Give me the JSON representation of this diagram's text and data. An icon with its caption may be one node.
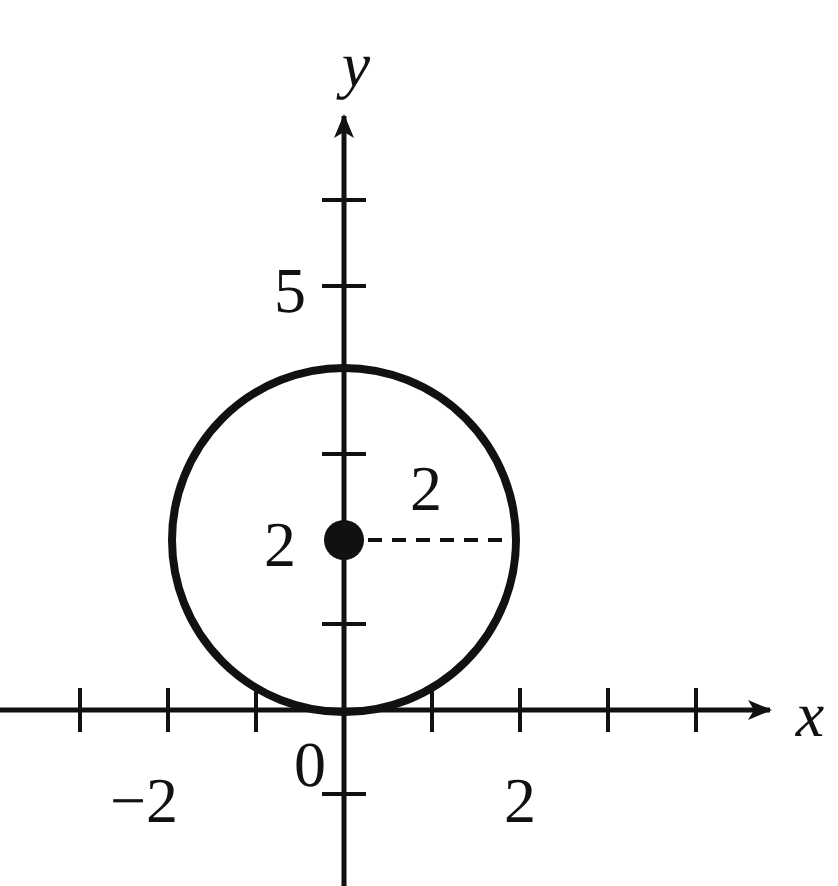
{
  "diagram": {
    "labels": [
      "y",
      "5",
      "2",
      "2",
      "x",
      "−2",
      "0",
      "2"
    ]
  }
}
